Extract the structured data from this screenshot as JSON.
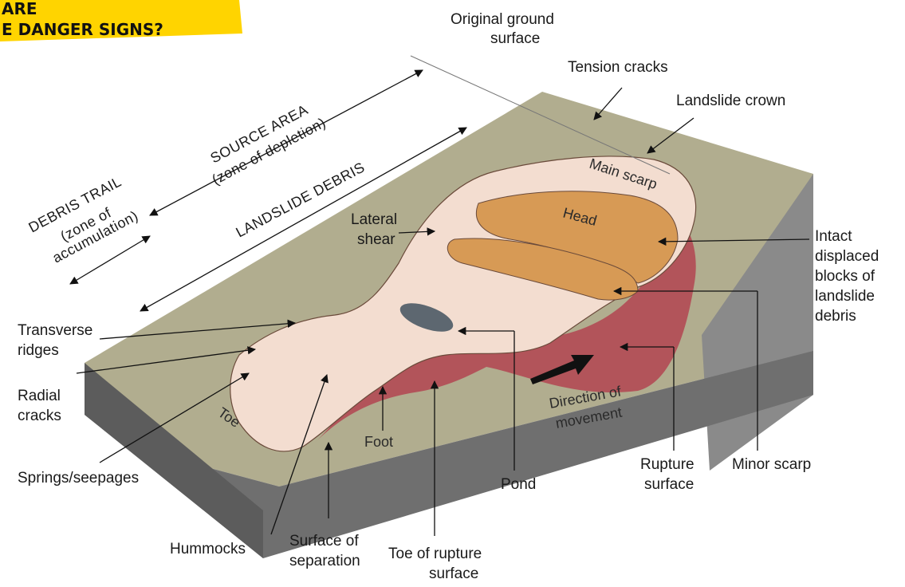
{
  "banner": {
    "line1": "ARE",
    "line2": "E DANGER SIGNS?",
    "color": "#ffd400"
  },
  "zones": {
    "source_area": "SOURCE AREA",
    "zone_of_depletion": "(zone of depletion)",
    "landslide_debris": "LANDSLIDE DEBRIS",
    "debris_trail": "DEBRIS TRAIL",
    "zone_of": "(zone of",
    "accumulation": "accumulation)"
  },
  "inner_labels": {
    "main_scarp": "Main scarp",
    "head": "Head",
    "toe": "Toe",
    "foot": "Foot",
    "direction_1": "Direction of",
    "direction_2": "movement"
  },
  "callouts": {
    "original_ground_1": "Original ground",
    "original_ground_2": "surface",
    "tension_cracks": "Tension cracks",
    "landslide_crown": "Landslide crown",
    "lateral_1": "Lateral",
    "lateral_2": "shear",
    "intact_1": "Intact",
    "intact_2": "displaced",
    "intact_3": "blocks of",
    "intact_4": "landslide",
    "intact_5": "debris",
    "transverse_1": "Transverse",
    "transverse_2": "ridges",
    "radial_1": "Radial",
    "radial_2": "cracks",
    "springs": "Springs/seepages",
    "pond": "Pond",
    "rupture_1": "Rupture",
    "rupture_2": "surface",
    "minor_scarp": "Minor scarp",
    "hummocks": "Hummocks",
    "separation_1": "Surface of",
    "separation_2": "separation",
    "toe_rupture_1": "Toe of rupture",
    "toe_rupture_2": "surface"
  },
  "colors": {
    "ground_top": "#b1ad8f",
    "ground_side": "#8a8a8a",
    "ground_front": "#6f6f6f",
    "rupture_body": "#b2545a",
    "debris": "#f3ddd0",
    "head_block": "#d79a55",
    "pond": "#5d6770"
  }
}
